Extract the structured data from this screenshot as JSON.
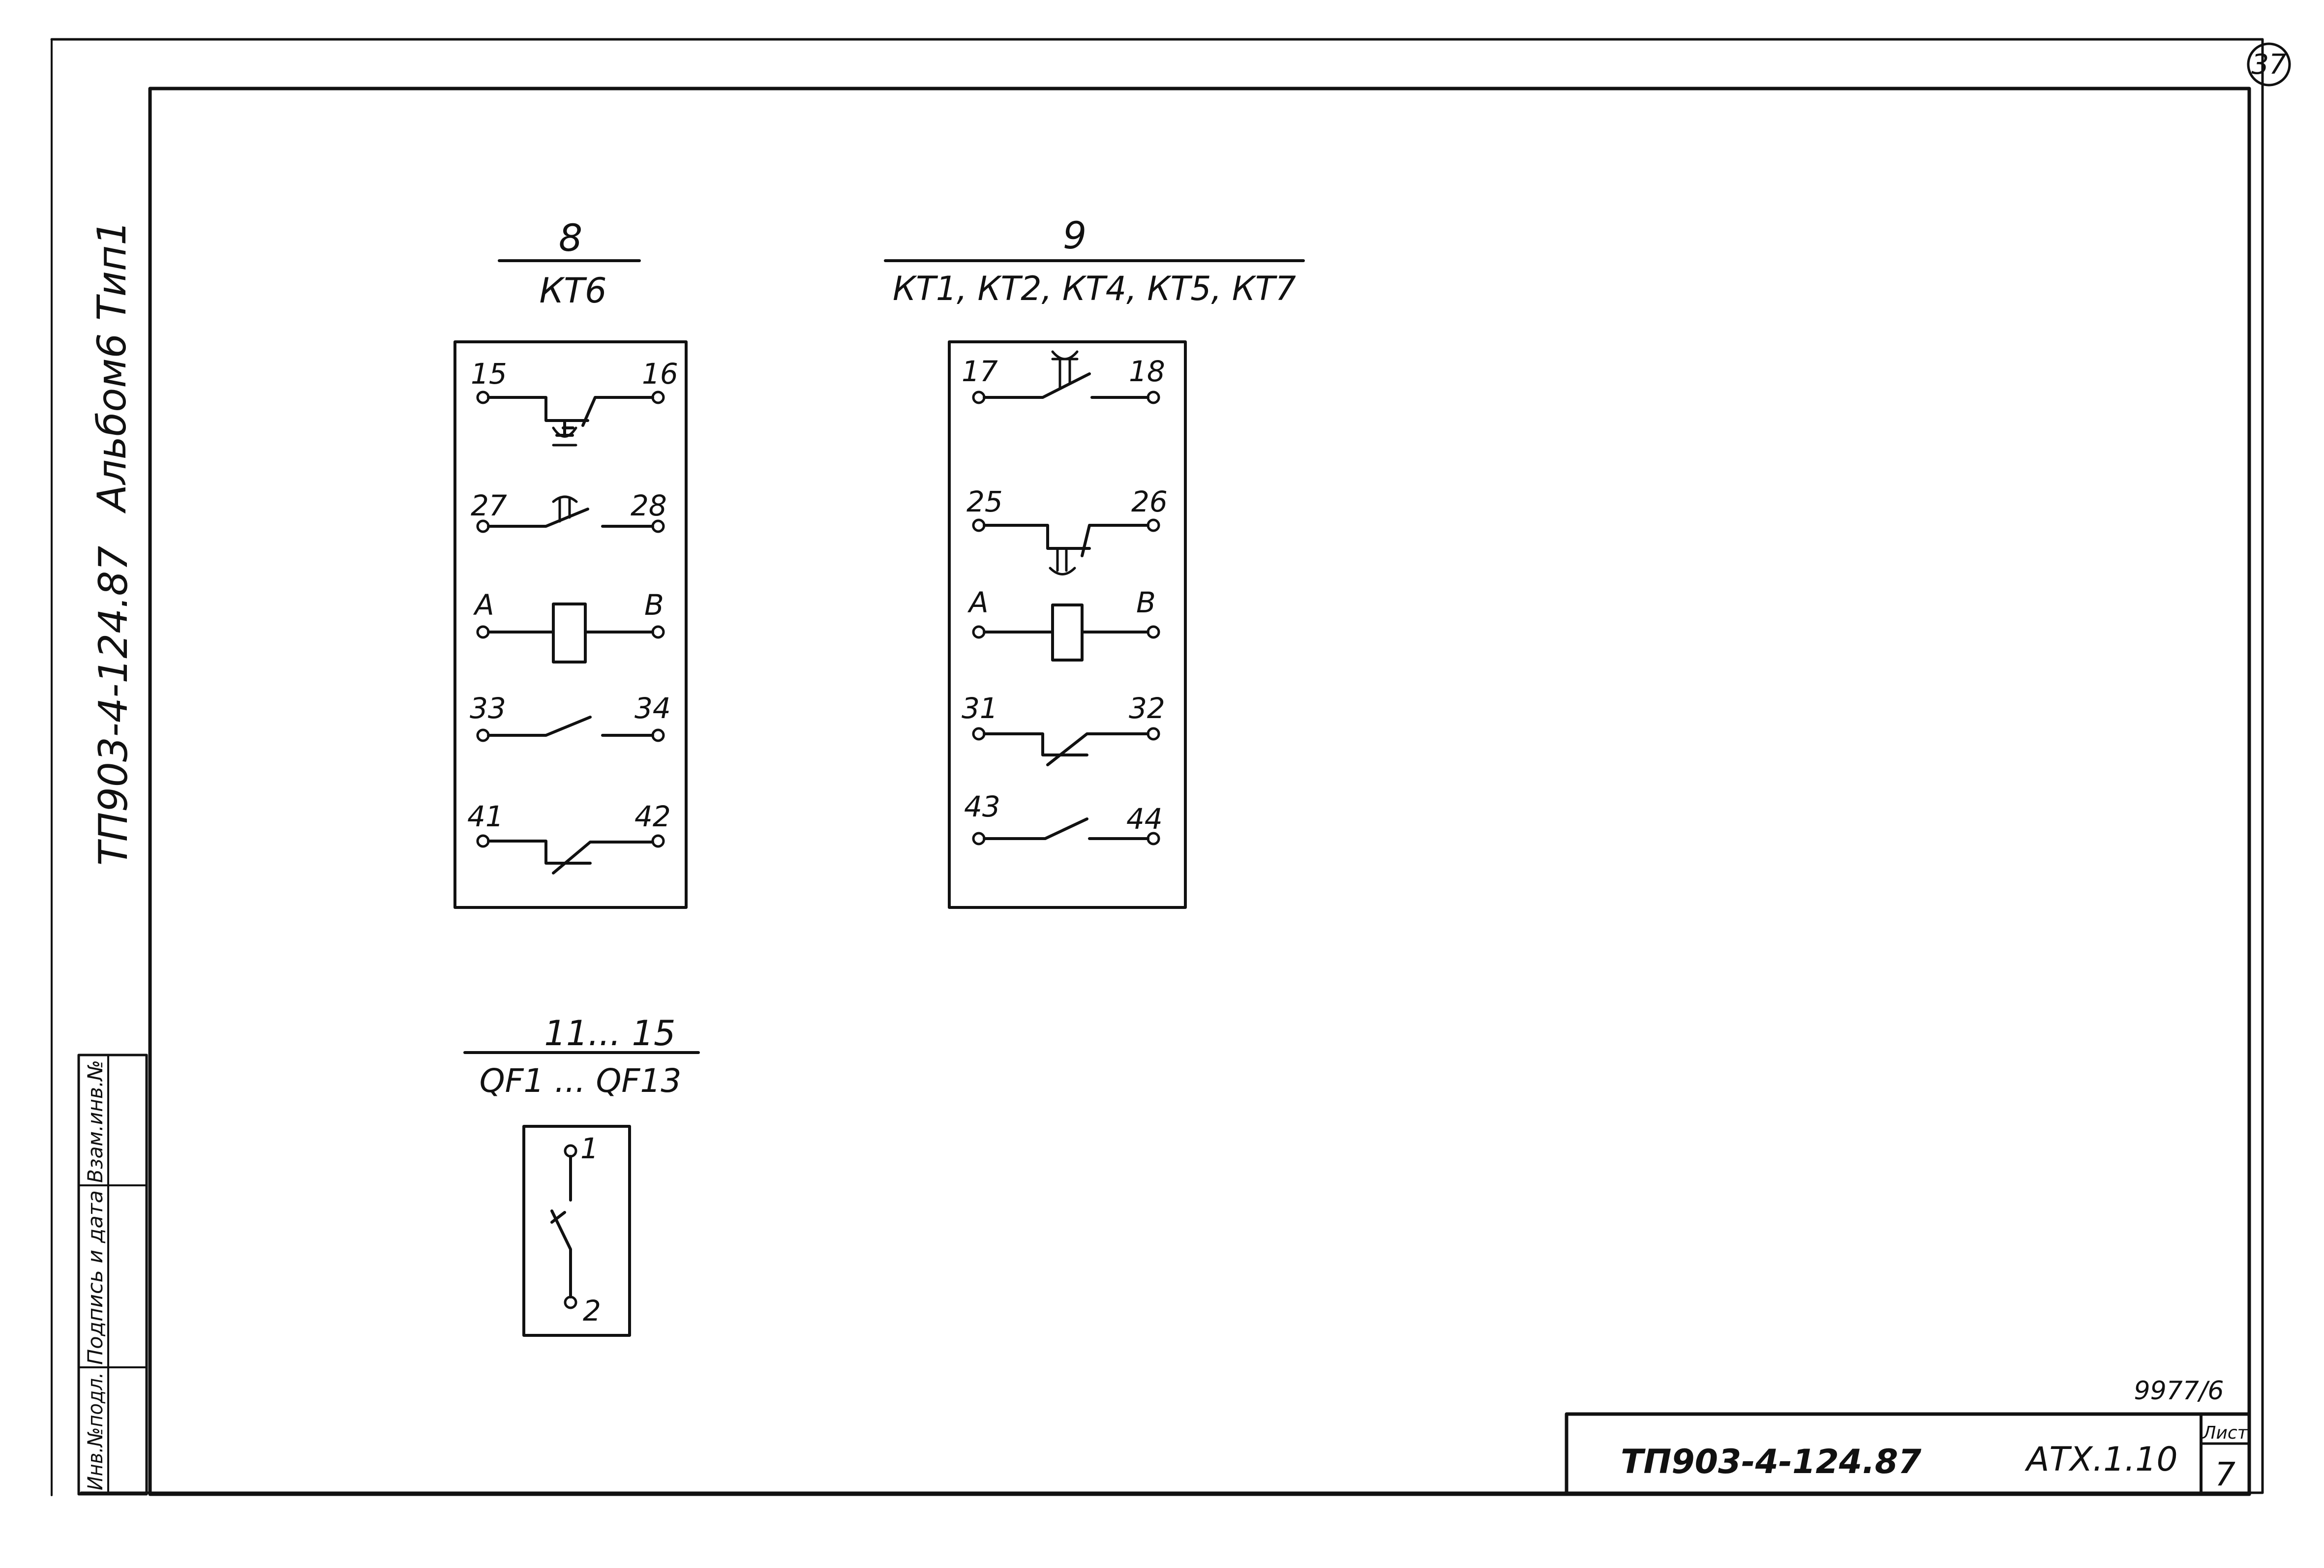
{
  "sheet_number": "37",
  "side_labels": {
    "album": "Альбом6  Тип1",
    "project_code": "ТП903-4-124.87"
  },
  "stamp_columns": [
    "Инв.№подл.",
    "Подпись и дата",
    "Взам.инв.№"
  ],
  "blocks": {
    "kt6": {
      "number": "8",
      "designation": "КТ6",
      "rows": [
        {
          "left": "15",
          "right": "16"
        },
        {
          "left": "27",
          "right": "28"
        },
        {
          "left": "A",
          "right": "B"
        },
        {
          "left": "33",
          "right": "34"
        },
        {
          "left": "41",
          "right": "42"
        }
      ]
    },
    "kt_group": {
      "number": "9",
      "designation": "КТ1, КТ2, КТ4, КТ5, КТ7",
      "rows": [
        {
          "left": "17",
          "right": "18"
        },
        {
          "left": "25",
          "right": "26"
        },
        {
          "left": "A",
          "right": "B"
        },
        {
          "left": "31",
          "right": "32"
        },
        {
          "left": "43",
          "right": "44"
        }
      ]
    },
    "qf": {
      "number": "11... 15",
      "designation": "QF1 ... QF13",
      "terminals": {
        "top": "1",
        "bottom": "2"
      }
    }
  },
  "title_block": {
    "archive_number": "9977/6",
    "project_code": "ТП903-4-124.87",
    "document_code": "АТХ.1.10",
    "sheet_label": "Лист",
    "sheet_value": "7"
  }
}
